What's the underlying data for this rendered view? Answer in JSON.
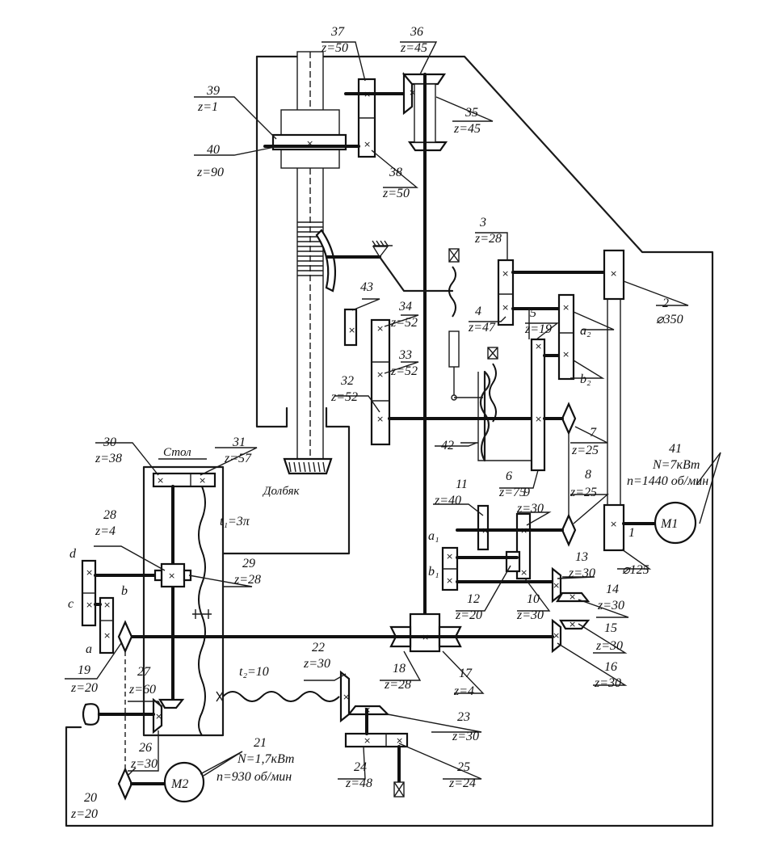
{
  "labels": {
    "g1": {
      "n": "1",
      "v": "⌀125"
    },
    "g2": {
      "n": "2",
      "v": "⌀350"
    },
    "g3": {
      "n": "3",
      "v": "z=28"
    },
    "g4": {
      "n": "4",
      "v": "z=47"
    },
    "g5": {
      "n": "5",
      "v": "z=19"
    },
    "g6": {
      "n": "6",
      "v": "z=75"
    },
    "g7": {
      "n": "7",
      "v": "z=25"
    },
    "g8": {
      "n": "8",
      "v": "z=25"
    },
    "g9": {
      "n": "9",
      "v": "z=30"
    },
    "g10": {
      "n": "10",
      "v": "z=30"
    },
    "g11": {
      "n": "11",
      "v": "z=40"
    },
    "g12": {
      "n": "12",
      "v": "z=20"
    },
    "g13": {
      "n": "13",
      "v": "z=30"
    },
    "g14": {
      "n": "14",
      "v": "z=30"
    },
    "g15": {
      "n": "15",
      "v": "z=30"
    },
    "g16": {
      "n": "16",
      "v": "z=30"
    },
    "g17": {
      "n": "17",
      "v": "z=4"
    },
    "g18": {
      "n": "18",
      "v": "z=28"
    },
    "g19": {
      "n": "19",
      "v": "z=20"
    },
    "g20": {
      "n": "20",
      "v": "z=20"
    },
    "g22": {
      "n": "22",
      "v": "z=30"
    },
    "g23": {
      "n": "23",
      "v": "z=30"
    },
    "g24": {
      "n": "24",
      "v": "z=48"
    },
    "g25": {
      "n": "25",
      "v": "z=24"
    },
    "g26": {
      "n": "26",
      "v": "z=30"
    },
    "g27": {
      "n": "27",
      "v": "z=60"
    },
    "g28": {
      "n": "28",
      "v": "z=4"
    },
    "g29": {
      "n": "29",
      "v": "z=28"
    },
    "g30": {
      "n": "30",
      "v": "z=38"
    },
    "g31": {
      "n": "31",
      "v": "z=57"
    },
    "g32": {
      "n": "32",
      "v": "z=52"
    },
    "g33": {
      "n": "33",
      "v": "z=52"
    },
    "g34": {
      "n": "34",
      "v": "z=52"
    },
    "g35": {
      "n": "35",
      "v": "z=45"
    },
    "g36": {
      "n": "36",
      "v": "z=45"
    },
    "g37": {
      "n": "37",
      "v": "z=50"
    },
    "g38": {
      "n": "38",
      "v": "z=50"
    },
    "g39": {
      "n": "39",
      "v": "z=1"
    },
    "g40": {
      "n": "40",
      "v": "z=90"
    },
    "g43": {
      "n": "43"
    },
    "g42": {
      "n": "42"
    }
  },
  "motors": {
    "m1": {
      "name": "M1",
      "n": "41",
      "power": "N=7кВт",
      "speed": "n=1440 об/мин"
    },
    "m2": {
      "name": "M2",
      "n": "21",
      "power": "N=1,7кВт",
      "speed": "n=930 об/мин"
    }
  },
  "change_gears": {
    "a1": "a₁",
    "b1": "b₁",
    "a2": "a₂",
    "b2": "b₂",
    "a": "a",
    "b": "b",
    "c": "c",
    "d": "d"
  },
  "texts": {
    "table": "Стол",
    "cutter": "Долбяк",
    "t1": "t₁=3π",
    "t2": "t₂=10"
  }
}
